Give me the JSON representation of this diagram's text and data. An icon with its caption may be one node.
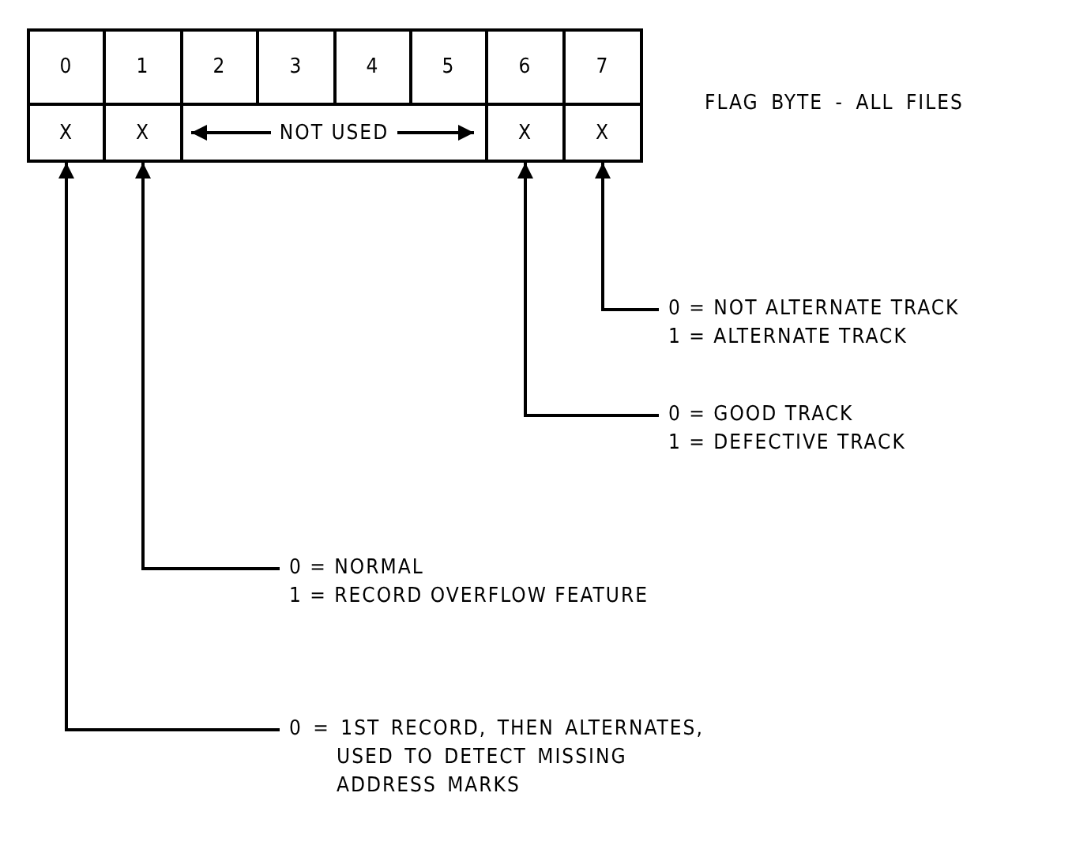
{
  "diagram": {
    "title": "FLAG BYTE - ALL FILES",
    "nodes": [
      {
        "text": [
          "0"
        ]
      },
      {
        "text": [
          "1"
        ]
      },
      {
        "text": [
          "2"
        ]
      },
      {
        "text": [
          "3"
        ]
      },
      {
        "text": [
          "4"
        ]
      },
      {
        "text": [
          "5"
        ]
      },
      {
        "text": [
          "6"
        ]
      },
      {
        "text": [
          "7"
        ]
      },
      {
        "text": [
          "X"
        ]
      },
      {
        "text": [
          "X"
        ]
      },
      {
        "text": [
          "NOT USED"
        ]
      },
      {
        "text": [
          "X"
        ]
      },
      {
        "text": [
          "X"
        ]
      },
      {
        "text": [
          "0 = NOT ALTERNATE TRACK",
          "1 = ALTERNATE TRACK"
        ]
      },
      {
        "text": [
          "0 = GOOD TRACK",
          "1 = DEFECTIVE TRACK"
        ]
      },
      {
        "text": [
          "0 = NORMAL",
          "1 = RECORD OVERFLOW FEATURE"
        ]
      },
      {
        "text": [
          "0 = 1ST RECORD, THEN ALTERNATES, USED TO DETECT MISSING ADDRESS MARKS"
        ]
      }
    ],
    "edges": [
      {
        "from": 13,
        "to": 12,
        "arrow": "to"
      },
      {
        "from": 14,
        "to": 11,
        "arrow": "to"
      },
      {
        "from": 15,
        "to": 9,
        "arrow": "to"
      },
      {
        "from": 16,
        "to": 8,
        "arrow": "to"
      }
    ]
  }
}
